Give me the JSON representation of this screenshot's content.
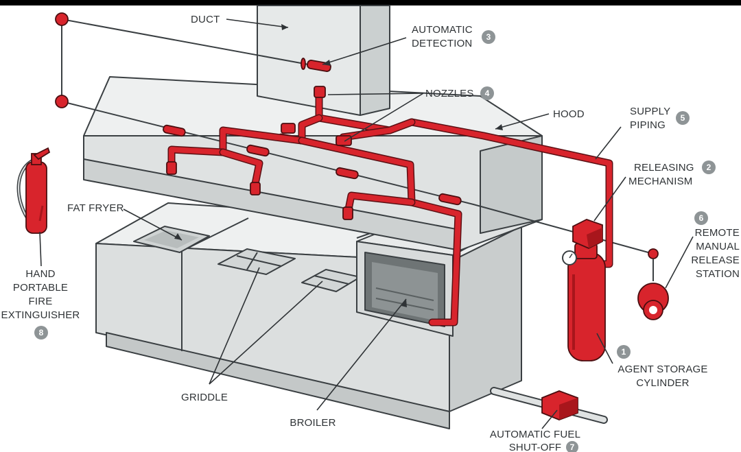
{
  "labels": {
    "duct": "DUCT",
    "automatic_detection": [
      "AUTOMATIC",
      "DETECTION"
    ],
    "nozzles": "NOZZLES",
    "hood": "HOOD",
    "supply_piping": [
      "SUPPLY",
      "PIPING"
    ],
    "releasing_mechanism": [
      "RELEASING",
      "MECHANISM"
    ],
    "remote_manual_release_station": [
      "REMOTE",
      "MANUAL",
      "RELEASE",
      "STATION"
    ],
    "agent_storage_cylinder": [
      "AGENT STORAGE",
      "CYLINDER"
    ],
    "automatic_fuel_shutoff": [
      "AUTOMATIC FUEL",
      "SHUT-OFF"
    ],
    "broiler": "BROILER",
    "griddle": "GRIDDLE",
    "fat_fryer": "FAT FRYER",
    "hand_portable_fire_extinguisher": [
      "HAND",
      "PORTABLE",
      "FIRE",
      "EXTINGUISHER"
    ]
  },
  "badges": {
    "agent_storage_cylinder": "1",
    "releasing_mechanism": "2",
    "automatic_detection": "3",
    "nozzles": "4",
    "supply_piping": "5",
    "remote_manual_release_station": "6",
    "automatic_fuel_shutoff": "7",
    "hand_portable_fire_extinguisher": "8"
  },
  "colors": {
    "system_red": "#d8242c",
    "equipment_gray": "#dfe3e3",
    "outline": "#3a3f42",
    "badge_gray": "#8e9496",
    "top_bar": "#000000"
  }
}
